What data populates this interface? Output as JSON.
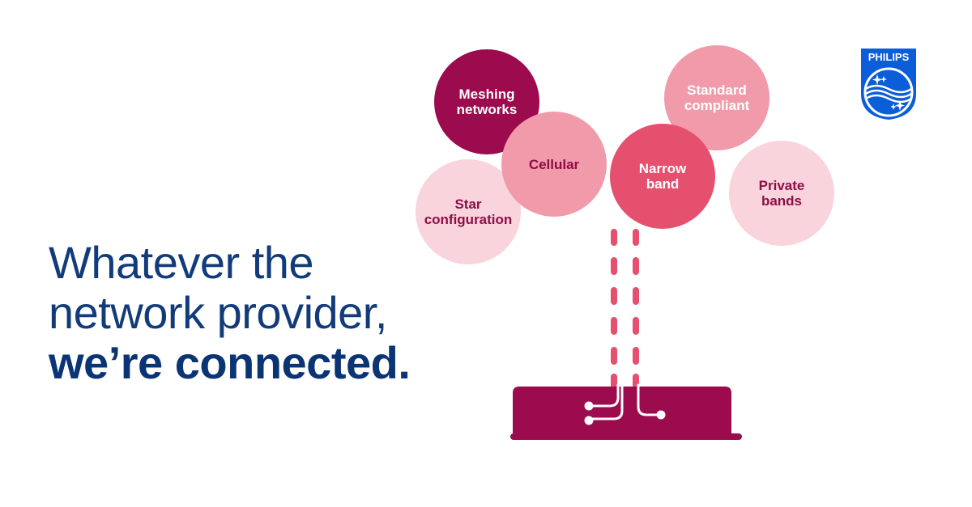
{
  "headline": {
    "line1": "Whatever the",
    "line2": "network provider,",
    "line3": "we’re connected."
  },
  "bubbles": [
    {
      "id": "meshing",
      "label": "Meshing\nnetworks",
      "fill": "#9c0b4d",
      "text": "#ffffff"
    },
    {
      "id": "cellular",
      "label": "Cellular",
      "fill": "#f19aaa",
      "text": "#8e0d47"
    },
    {
      "id": "star",
      "label": "Star\nconfiguration",
      "fill": "#f9d4dc",
      "text": "#8e0d47"
    },
    {
      "id": "narrow",
      "label": "Narrow\nband",
      "fill": "#e6506f",
      "text": "#ffffff"
    },
    {
      "id": "standard",
      "label": "Standard\ncompliant",
      "fill": "#f19aaa",
      "text": "#ffffff"
    },
    {
      "id": "private",
      "label": "Private\nbands",
      "fill": "#f9d4dc",
      "text": "#8e0d47"
    }
  ],
  "logo": {
    "wordmark": "PHILIPS",
    "color": "#0b5ed7"
  },
  "colors": {
    "headline": "#123b7a",
    "device": "#9c0b4d",
    "dashes": "#e6506f"
  }
}
